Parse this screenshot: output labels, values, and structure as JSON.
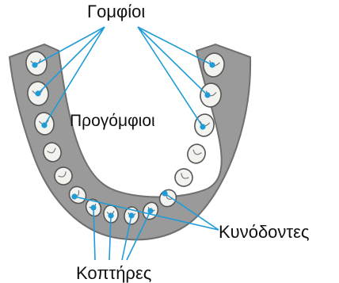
{
  "labels": {
    "molars": "Γομφίοι",
    "premolars": "Προγόμφιοι",
    "canines": "Κυνόδοντες",
    "incisors": "Κοπτήρες"
  },
  "colors": {
    "gum": "#9a9a9a",
    "gum_dark": "#6f6f6f",
    "tooth": "#f2f2ee",
    "tooth_outline": "#555555",
    "leader": "#1f9bd7",
    "dot": "#1f9bd7"
  }
}
